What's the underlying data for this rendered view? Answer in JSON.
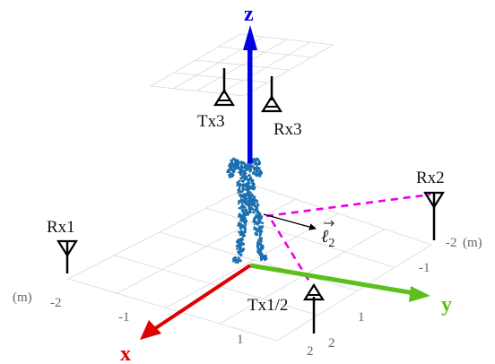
{
  "axes": {
    "x": {
      "label": "x",
      "color": "#e00000"
    },
    "y": {
      "label": "y",
      "color": "#5cbf1a"
    },
    "z": {
      "label": "z",
      "color": "#0000e6"
    }
  },
  "ticks": {
    "x_unit": "(m)",
    "x_ticks": [
      "-2",
      "-1",
      "1",
      "2"
    ],
    "y_unit": "(m)",
    "y_ticks": [
      "-2",
      "-1",
      "1",
      "2"
    ]
  },
  "antennas": {
    "rx1": "Rx1",
    "rx2": "Rx2",
    "rx3": "Rx3",
    "tx3": "Tx3",
    "tx12": "Tx1/2"
  },
  "vector_label": "ℓ",
  "vector_subscript": "2",
  "colors": {
    "dashed": "#e600e6",
    "body": "#1a6fb0",
    "grid": "#d9d9d9"
  }
}
